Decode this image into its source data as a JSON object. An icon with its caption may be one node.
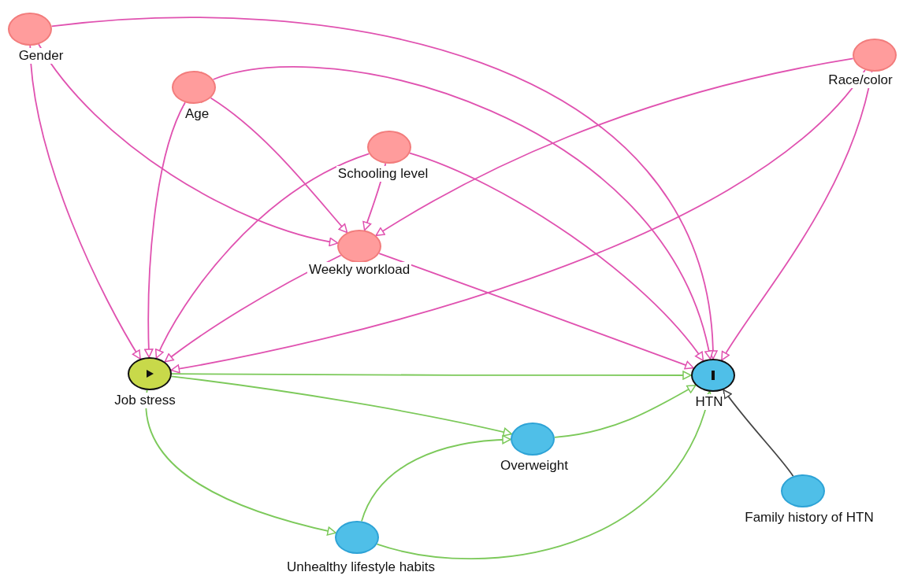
{
  "diagram": {
    "nodes": [
      {
        "text": [
          "Gender"
        ]
      },
      {
        "text": [
          "Age"
        ]
      },
      {
        "text": [
          "Schooling level"
        ]
      },
      {
        "text": [
          "Race/color"
        ]
      },
      {
        "text": [
          "Weekly workload"
        ]
      },
      {
        "text": [
          "Job stress"
        ]
      },
      {
        "text": [
          "HTN"
        ]
      },
      {
        "text": [
          "Overweight"
        ]
      },
      {
        "text": [
          "Unhealthy lifestyle habits"
        ]
      },
      {
        "text": [
          "Family history of HTN"
        ]
      }
    ],
    "edges": [
      {
        "from": 0,
        "to": 6,
        "arrow": "to"
      },
      {
        "from": 0,
        "to": 5,
        "arrow": "to"
      },
      {
        "from": 0,
        "to": 4,
        "arrow": "to"
      },
      {
        "from": 1,
        "to": 5,
        "arrow": "to"
      },
      {
        "from": 1,
        "to": 4,
        "arrow": "to"
      },
      {
        "from": 1,
        "to": 6,
        "arrow": "to"
      },
      {
        "from": 2,
        "to": 4,
        "arrow": "to"
      },
      {
        "from": 2,
        "to": 5,
        "arrow": "to"
      },
      {
        "from": 2,
        "to": 6,
        "arrow": "to"
      },
      {
        "from": 3,
        "to": 4,
        "arrow": "to"
      },
      {
        "from": 3,
        "to": 5,
        "arrow": "to"
      },
      {
        "from": 3,
        "to": 6,
        "arrow": "to"
      },
      {
        "from": 4,
        "to": 5,
        "arrow": "to"
      },
      {
        "from": 4,
        "to": 6,
        "arrow": "to"
      },
      {
        "from": 5,
        "to": 6,
        "arrow": "to",
        "color": "#7cc95a"
      },
      {
        "from": 5,
        "to": 7,
        "arrow": "to",
        "color": "#7cc95a"
      },
      {
        "from": 5,
        "to": 8,
        "arrow": "to",
        "color": "#7cc95a"
      },
      {
        "from": 7,
        "to": 6,
        "arrow": "to",
        "color": "#7cc95a"
      },
      {
        "from": 8,
        "to": 7,
        "arrow": "to",
        "color": "#7cc95a"
      },
      {
        "from": 8,
        "to": 6,
        "arrow": "to",
        "color": "#7cc95a"
      },
      {
        "from": 9,
        "to": 6,
        "arrow": "to",
        "color": "#444444"
      }
    ]
  }
}
